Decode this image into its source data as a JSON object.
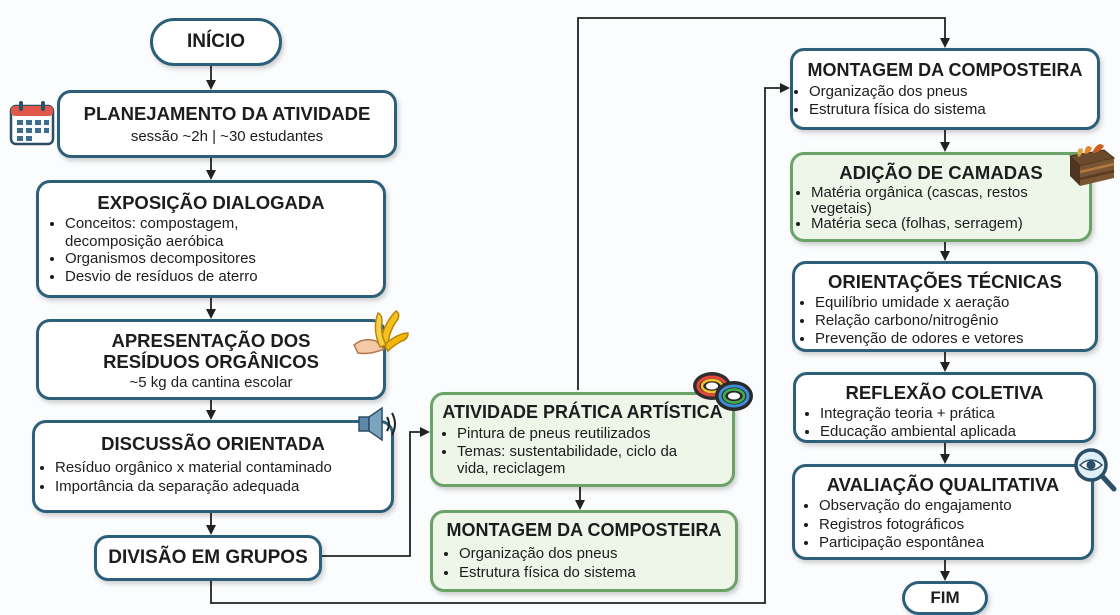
{
  "start": "INÍCIO",
  "end": "FIM",
  "planning": {
    "title": "PLANEJAMENTO DA ATIVIDADE",
    "subtitle": "sessão ~2h | ~30 estudantes"
  },
  "exposition": {
    "title": "EXPOSIÇÃO DIALOGADA",
    "items": [
      "Conceitos: compostagem, decomposição aeróbica",
      "Organismos decompositores",
      "Desvio de resíduos de aterro"
    ]
  },
  "presentation": {
    "title_line1": "APRESENTAÇÃO DOS",
    "title_line2": "RESÍDUOS ORGÂNICOS",
    "subtitle": "~5 kg da cantina escolar"
  },
  "discussion": {
    "title": "DISCUSSÃO ORIENTADA",
    "items": [
      "Resíduo orgânico x material contaminado",
      "Importância da separação adequada"
    ]
  },
  "groups": "DIVISÃO EM GRUPOS",
  "art_activity": {
    "title": "ATIVIDADE PRÁTICA ARTÍSTICA",
    "items": [
      "Pintura de pneus reutilizados",
      "Temas: sustentabilidade, ciclo da vida, reciclagem"
    ]
  },
  "assembly_left": {
    "title": "MONTAGEM DA COMPOSTEIRA",
    "items": [
      "Organização dos pneus",
      "Estrutura física do sistema"
    ]
  },
  "assembly_right": {
    "title": "MONTAGEM DA COMPOSTEIRA",
    "items": [
      "Organização dos pneus",
      "Estrutura física do sistema"
    ]
  },
  "layers": {
    "title": "ADIÇÃO DE CAMADAS",
    "items": [
      "Matéria orgânica (cascas, restos vegetais)",
      "Matéria seca (folhas, serragem)"
    ]
  },
  "technical": {
    "title": "ORIENTAÇÕES TÉCNICAS",
    "items": [
      "Equilíbrio umidade x aeração",
      "Relação carbono/nitrogênio",
      "Prevenção de odores e vetores"
    ]
  },
  "reflection": {
    "title": "REFLEXÃO COLETIVA",
    "items": [
      "Integração teoria + prática",
      "Educação ambiental aplicada"
    ]
  },
  "evaluation": {
    "title": "AVALIAÇÃO QUALITATIVA",
    "items": [
      "Observação do engajamento",
      "Registros fotográficos",
      "Participação espontânea"
    ]
  },
  "icons": [
    "calendar-icon",
    "banana-peel-icon",
    "speaker-icon",
    "painted-tires-icon",
    "soil-layers-icon",
    "magnifier-eye-icon"
  ],
  "colors": {
    "border": "#2d5f7a",
    "green_border": "#6aa268",
    "green_fill": "#eef6ea",
    "connector": "#222222"
  }
}
